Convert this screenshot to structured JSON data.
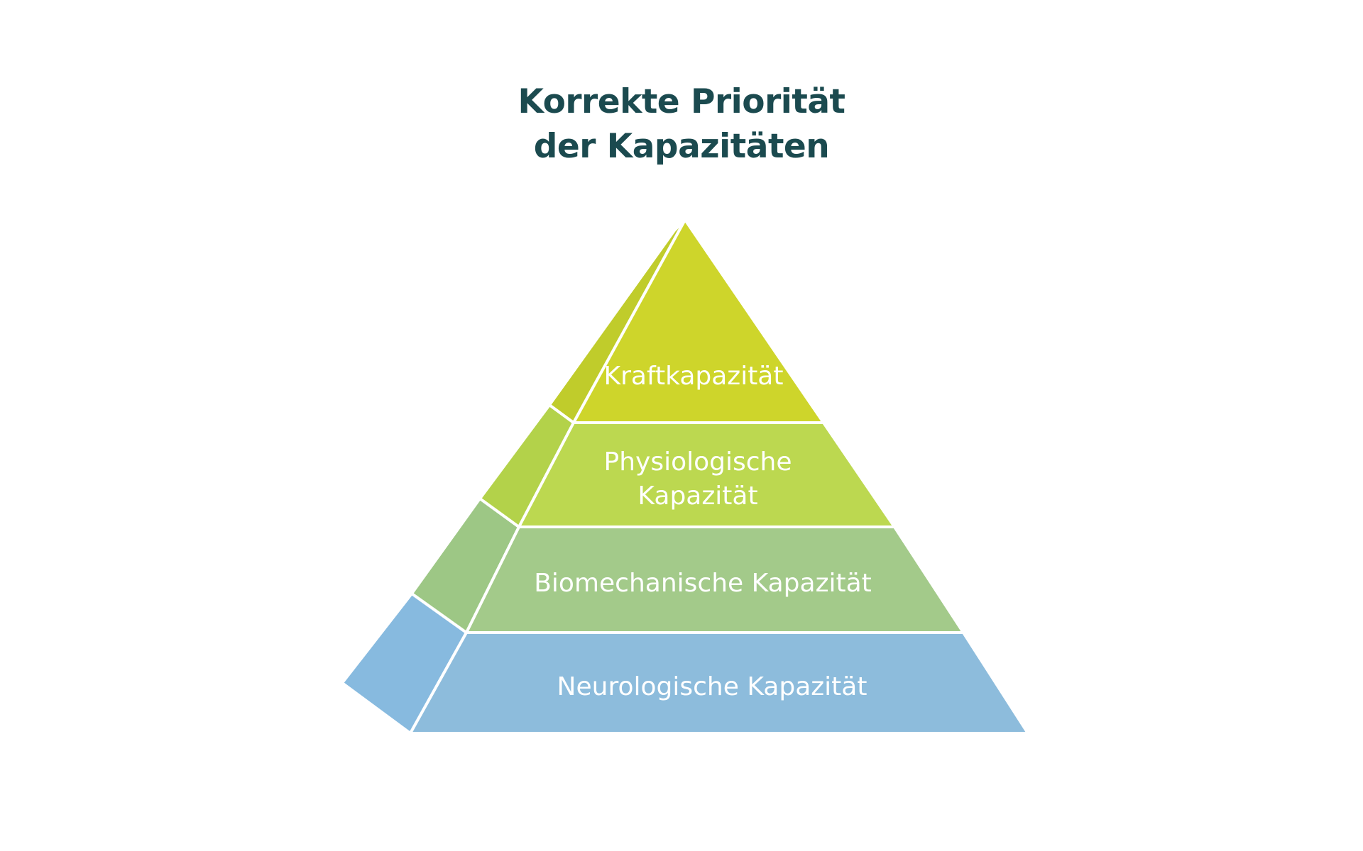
{
  "title": {
    "line1": "Korrekte Priorität",
    "line2": "der Kapazitäten"
  },
  "colors": {
    "title": "#1b4a4f",
    "separator": "#ffffff",
    "label": "#ffffff"
  },
  "tiers": [
    {
      "id": "kraft",
      "label_lines": [
        "Kraftkapazität"
      ],
      "front_color": "#ced52b",
      "side_color": "#c0cc2b"
    },
    {
      "id": "physio",
      "label_lines": [
        "Physiologische",
        "Kapazität"
      ],
      "front_color": "#bcd850",
      "side_color": "#b3d24a"
    },
    {
      "id": "bio",
      "label_lines": [
        "Biomechanische Kapazität"
      ],
      "front_color": "#a3ca8a",
      "side_color": "#9dc785"
    },
    {
      "id": "neuro",
      "label_lines": [
        "Neurologische Kapazität"
      ],
      "front_color": "#8dbcdc",
      "side_color": "#87badf"
    }
  ]
}
